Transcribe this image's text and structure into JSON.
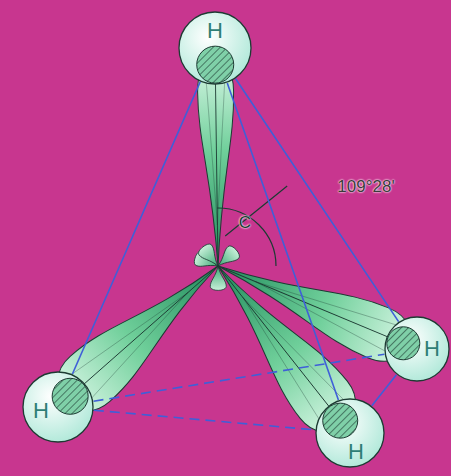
{
  "diagram": {
    "nodes": [
      {
        "text": [
          "H"
        ]
      },
      {
        "text": [
          "H"
        ]
      },
      {
        "text": [
          "H"
        ]
      },
      {
        "text": [
          "H"
        ]
      }
    ],
    "edges": [
      {
        "from": 0,
        "to": 1,
        "arrow": "none"
      },
      {
        "from": 0,
        "to": 2,
        "arrow": "none"
      },
      {
        "from": 0,
        "to": 3,
        "arrow": "none"
      },
      {
        "from": 2,
        "to": 3,
        "arrow": "none"
      },
      {
        "from": 3,
        "to": 1,
        "arrow": "none"
      },
      {
        "from": 2,
        "to": 1,
        "arrow": "none"
      }
    ],
    "labels": [
      "C",
      "109°28'"
    ]
  }
}
